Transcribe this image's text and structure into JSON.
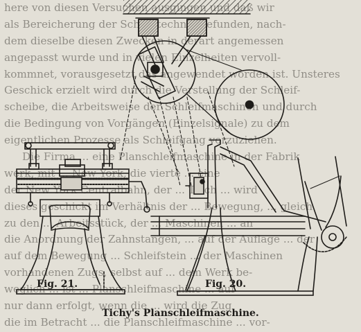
{
  "background_text": [
    "here von diesen Versuchen ausgingen und daß wir",
    "als Bereicherung der Schleiftechnik gefunden, nach-",
    "dem dieselbe diesen Zwecken in derart angemessen",
    "angepasst wurde und in vielen Einzelheiten vervoll-",
    "kommnet, vorausgesetzt das angewendet worden ist. Unsteres",
    "Geschick erzielt wird durch die Verstellung der Schleif-",
    "scheibe, die Arbeitsweise der Schleifmaschinen und durch",
    "die Bedingung von Vorgängen (Einzelsignale) zu dem",
    "eigentlichen Prozesse als Schleifgang vorzuziehen.",
    "Die Firma ... eine Planschleifmaschine in der Fabrik",
    "werk, mit ... New York, die vierte ... eine",
    "der New York Centralbahn, der ... Tisch ... wird",
    "dieses geschickt im Verhältnis der ... Bewegung, ... gleich",
    "zu den ... Arbeitsstück, der ... Maschinen ... an",
    "die Anordnung der Zahnstangen, ... auf der Auflage ... der",
    "auf dem Bewegung ... Schleifstein ... der Maschinen",
    "vorhandenen Zugs, selbst auf ... dem Werk be-",
    "weglich ... ist ... Planschleifmaschine ... auf",
    "nur dann erfolgt, wenn die ... wird die Zug",
    "die im Betracht ... die Planschleifmaschine ... vor-"
  ],
  "figures": {
    "left_caption": "Fig. 21.",
    "right_caption": "Fig. 20."
  },
  "main_caption": "Tichy's Planschleifmaschine.",
  "colors": {
    "paper": "#e3e0d7",
    "ink": "#1e1c19"
  }
}
